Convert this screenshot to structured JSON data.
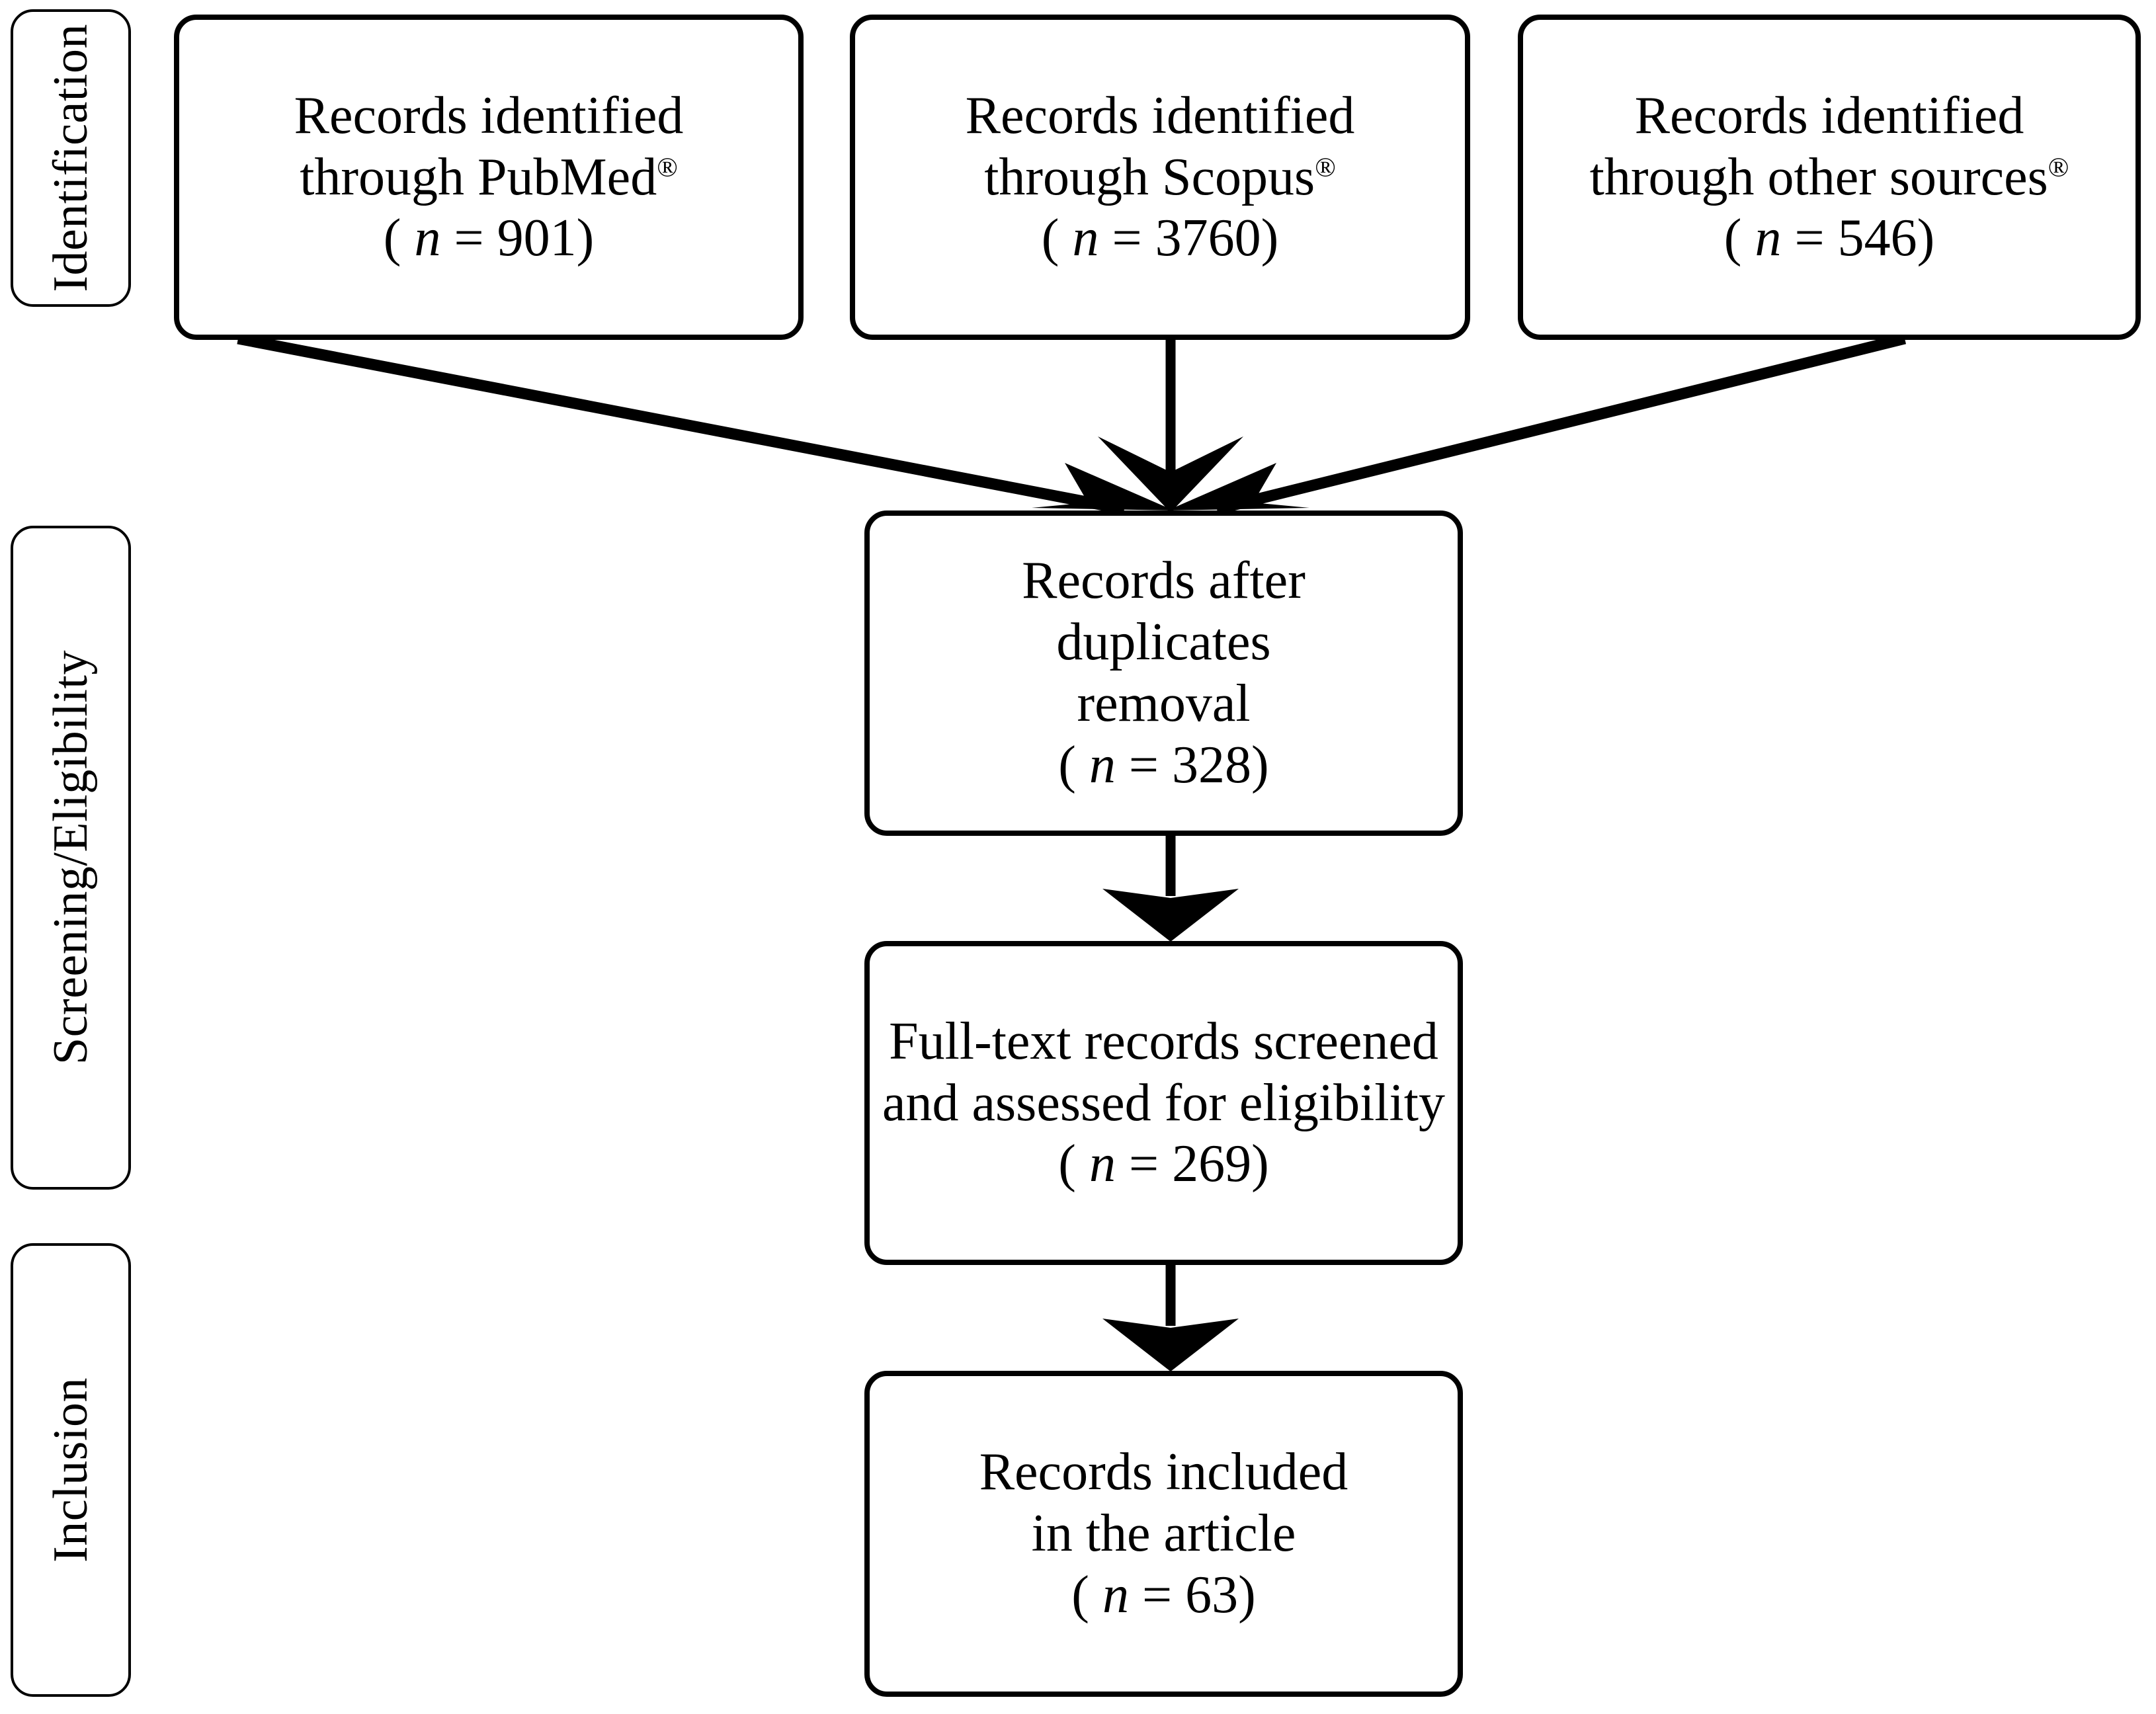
{
  "diagram": {
    "type": "prisma-flow-diagram",
    "title": "PRISMA study selection flow diagram",
    "line_color": "#000000",
    "fill_color": "#ffffff",
    "text_color": "#000000"
  },
  "stages": [
    {
      "id": "identification",
      "label": "Identification"
    },
    {
      "id": "screening_eligibility",
      "label": "Screening/Eligibility"
    },
    {
      "id": "inclusion",
      "label": "Inclusion"
    }
  ],
  "nodes": [
    {
      "id": "pubmed",
      "stage": "identification",
      "lines": [
        "Records identified",
        "through PubMed®"
      ],
      "count_label": "( n = 901)",
      "n_symbol": "n",
      "n_value": "901",
      "source": "PubMed®"
    },
    {
      "id": "scopus",
      "stage": "identification",
      "lines": [
        "Records identified",
        "through Scopus®"
      ],
      "count_label": "( n = 3760)",
      "n_symbol": "n",
      "n_value": "3760",
      "source": "Scopus®"
    },
    {
      "id": "other_sources",
      "stage": "identification",
      "lines": [
        "Records identified",
        "through other sources®"
      ],
      "count_label": "( n = 546)",
      "n_symbol": "n",
      "n_value": "546",
      "source": "other sources®"
    },
    {
      "id": "after_duplicates",
      "stage": "screening_eligibility",
      "lines": [
        "Records after",
        "duplicates",
        "removal"
      ],
      "count_label": "( n = 328)",
      "n_symbol": "n",
      "n_value": "328"
    },
    {
      "id": "fulltext_screened",
      "stage": "screening_eligibility",
      "lines": [
        "Full-text records screened",
        "and assessed for eligibility"
      ],
      "count_label": "( n = 269)",
      "n_symbol": "n",
      "n_value": "269"
    },
    {
      "id": "included",
      "stage": "inclusion",
      "lines": [
        "Records included",
        "in the article"
      ],
      "count_label": "( n = 63)",
      "n_symbol": "n",
      "n_value": "63"
    }
  ],
  "edges": [
    {
      "id": "pubmed-to-after-duplicates",
      "from": "pubmed",
      "to": "after_duplicates",
      "style": "diagonal-arrow"
    },
    {
      "id": "scopus-to-after-duplicates",
      "from": "scopus",
      "to": "after_duplicates",
      "style": "vertical-arrow"
    },
    {
      "id": "other-to-after-duplicates",
      "from": "other_sources",
      "to": "after_duplicates",
      "style": "diagonal-arrow"
    },
    {
      "id": "after-duplicates-to-fulltext",
      "from": "after_duplicates",
      "to": "fulltext_screened",
      "style": "vertical-arrow"
    },
    {
      "id": "fulltext-to-included",
      "from": "fulltext_screened",
      "to": "included",
      "style": "vertical-arrow"
    }
  ]
}
